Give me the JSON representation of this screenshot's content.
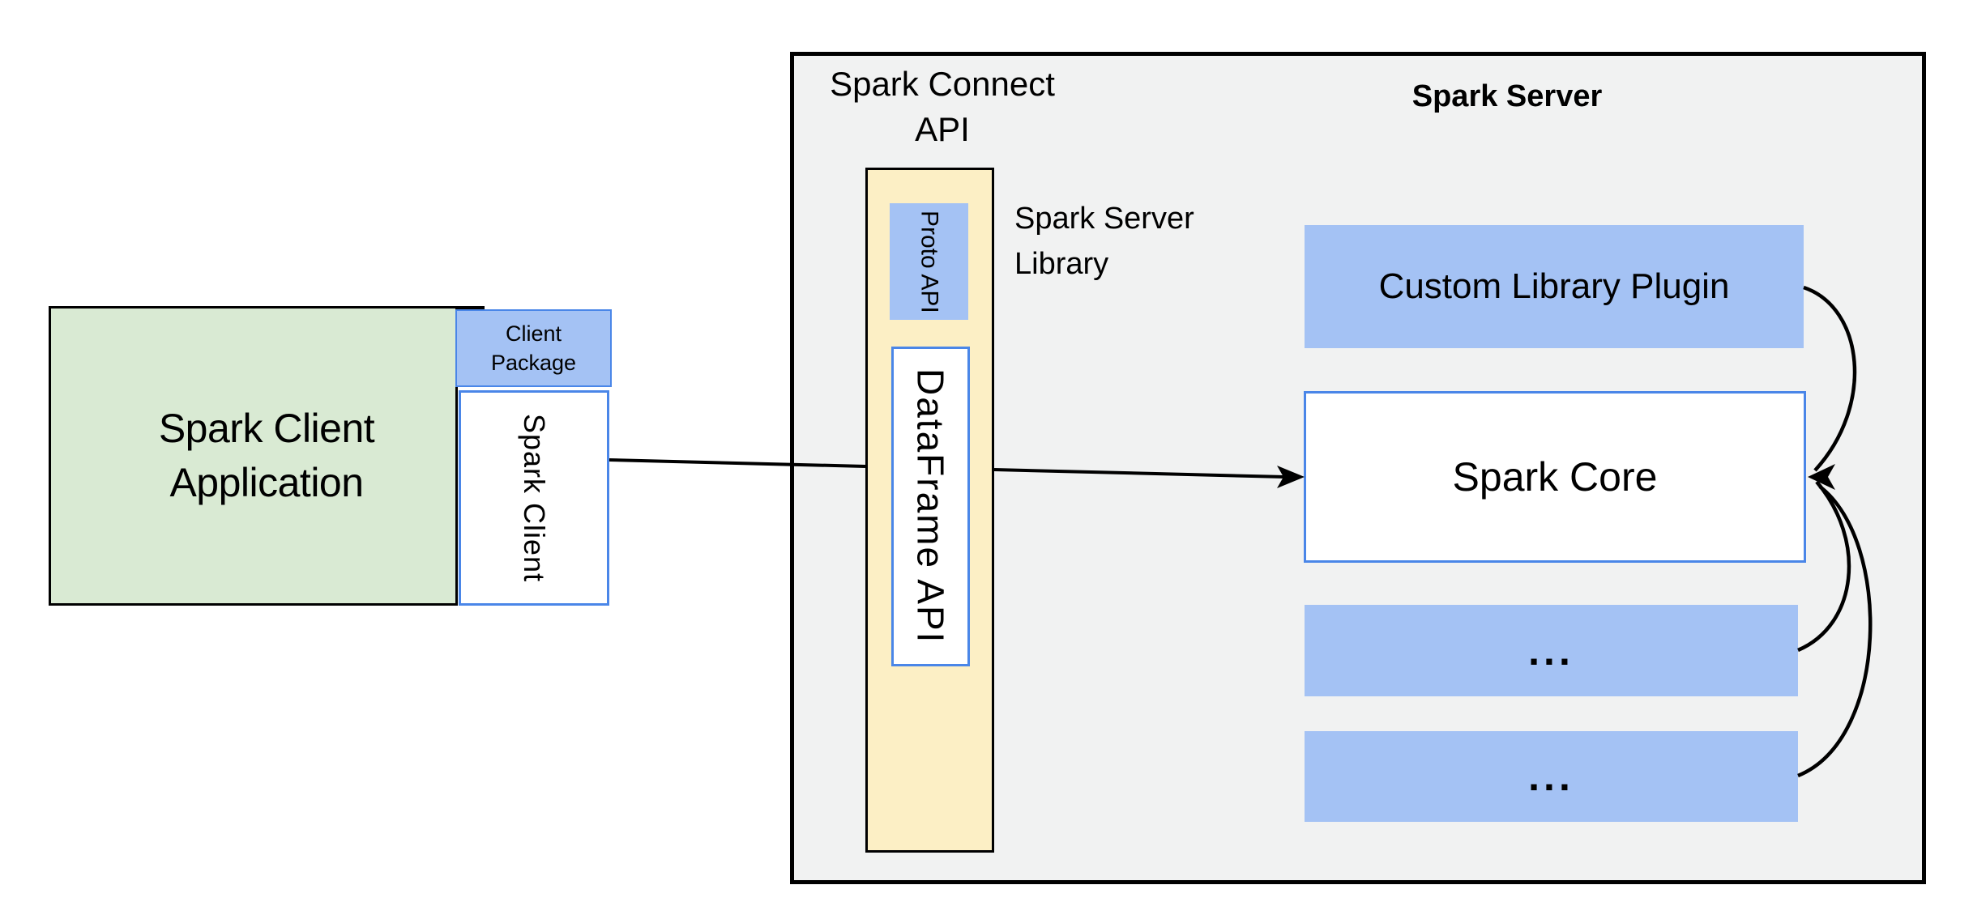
{
  "diagram": {
    "client": {
      "app_label": "Spark Client\nApplication",
      "package_label": "Client\nPackage",
      "client_label": "Spark Client"
    },
    "connect": {
      "title": "Spark Connect\nAPI",
      "library_label": "Spark Server\nLibrary",
      "proto_label": "Proto API",
      "dataframe_label": "DataFrame API"
    },
    "server": {
      "title": "Spark Server",
      "plugin_label": "Custom Library Plugin",
      "core_label": "Spark Core",
      "module1_label": "...",
      "module2_label": "..."
    },
    "colors": {
      "client_app_fill": "#d9ead3",
      "accent_blue_fill": "#a4c2f4",
      "connect_yellow_fill": "#fcefc5",
      "server_gray_fill": "#f1f2f2",
      "blue_border": "#4a86e8",
      "arrow_black": "#000000"
    }
  }
}
